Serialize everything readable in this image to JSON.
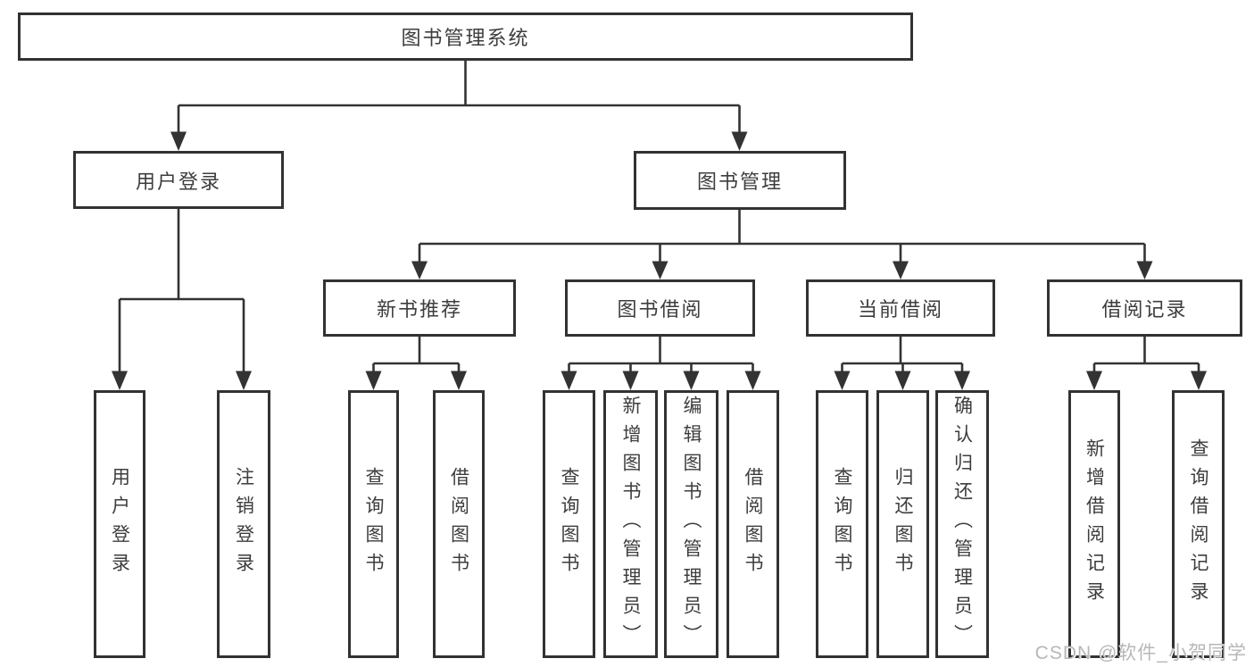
{
  "colors": {
    "line": "#333333",
    "box-border": "#323232",
    "text": "#3d3d3d",
    "bg": "#ffffff",
    "watermark": "#b7b7b7"
  },
  "tree": {
    "root": "图书管理系统",
    "user_login": {
      "label": "用户登录",
      "children": [
        "用户登录",
        "注销登录"
      ]
    },
    "book_mgmt": {
      "label": "图书管理"
    },
    "groups": [
      {
        "title": "新书推荐",
        "items": [
          "查询图书",
          "借阅图书"
        ]
      },
      {
        "title": "图书借阅",
        "items": [
          "查询图书",
          "新增图书（管理员）",
          "编辑图书（管理员）",
          "借阅图书"
        ]
      },
      {
        "title": "当前借阅",
        "items": [
          "查询图书",
          "归还图书",
          "确认归还（管理员）"
        ]
      },
      {
        "title": "借阅记录",
        "items": [
          "新增借阅记录",
          "查询借阅记录"
        ]
      }
    ]
  },
  "watermark": "CSDN @软件_小贺同学"
}
